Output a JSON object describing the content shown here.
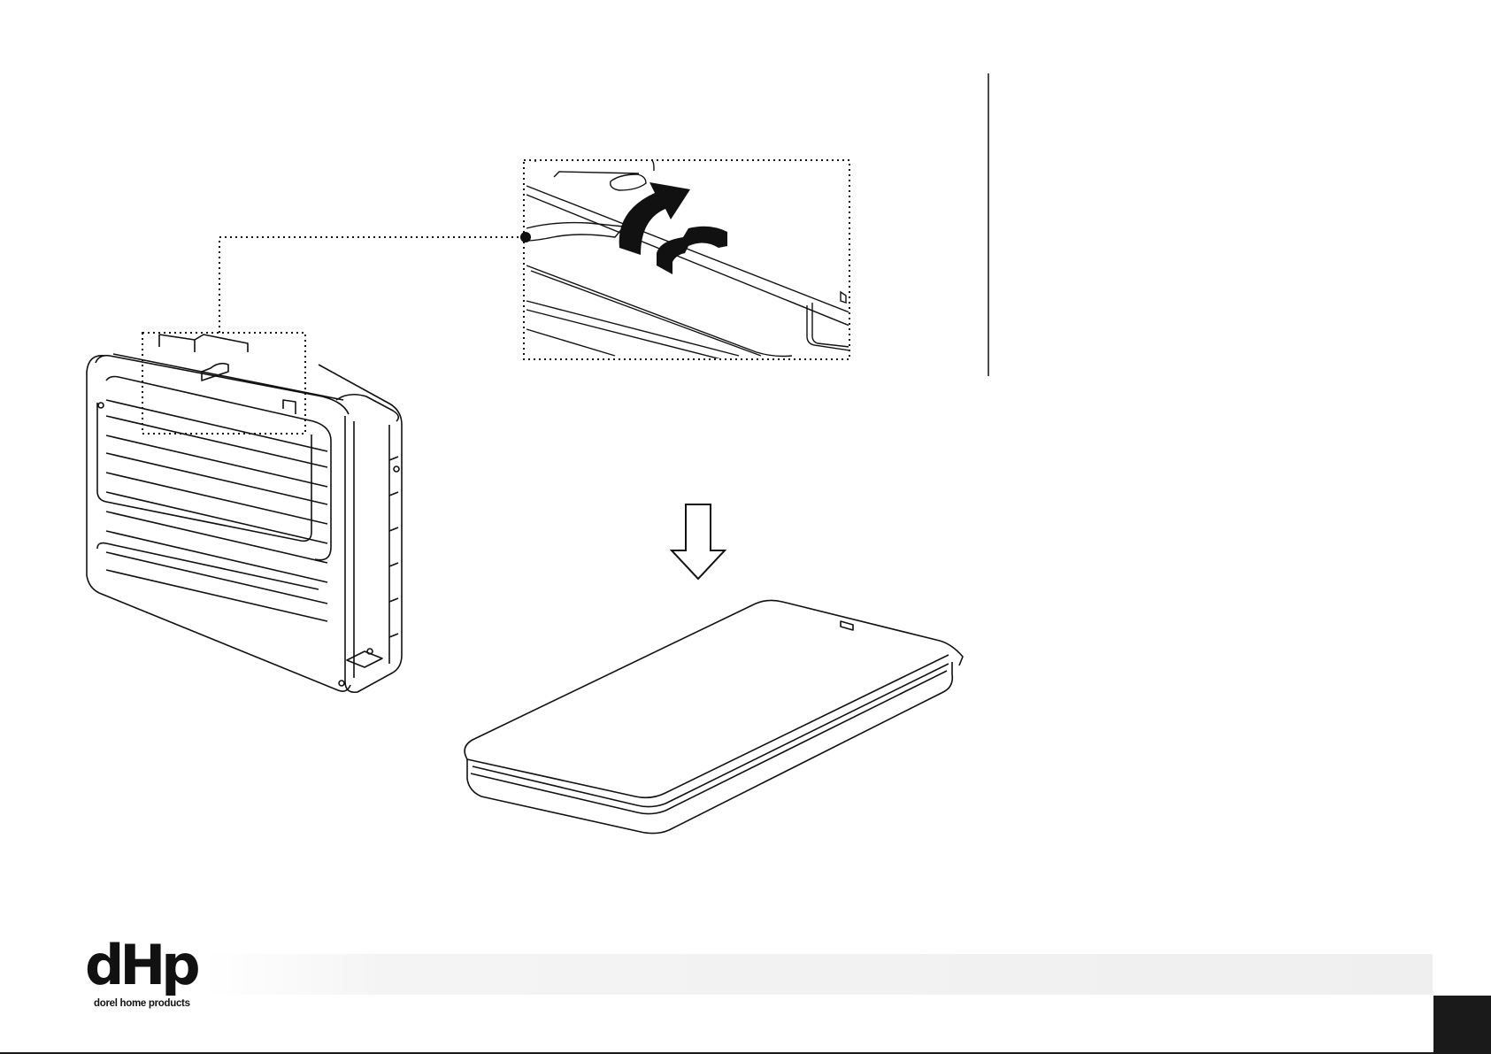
{
  "brand": {
    "mark": "dHp",
    "tagline": "dorel home products"
  },
  "colors": {
    "ink": "#111111",
    "footer_band": "#efefef",
    "page_block": "#1a1a1a"
  },
  "illustrations": {
    "folded_bed_frame": "folded-bed-frame-drawing",
    "detail_callout": "strap-release-detail",
    "lift_arrow": "curved-arrow-icon",
    "strap": "strap-icon",
    "down_arrow": "down-arrow-icon",
    "mattress": "mattress-drawing"
  }
}
